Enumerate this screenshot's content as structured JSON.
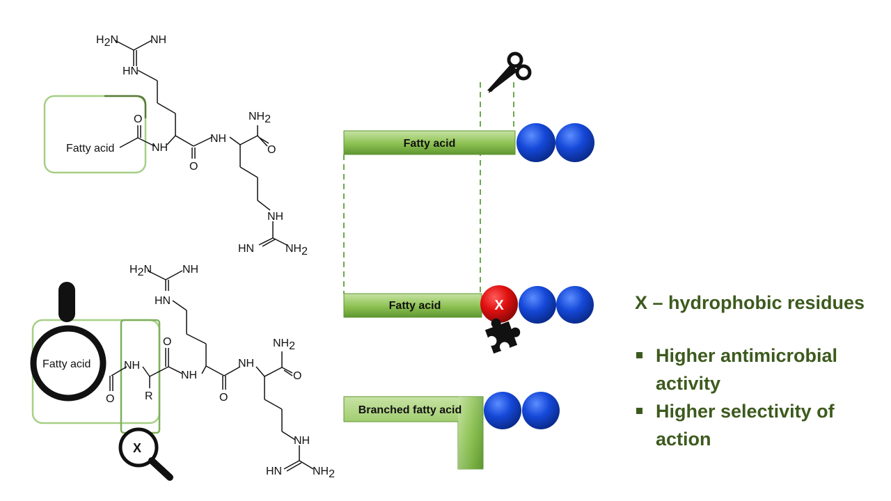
{
  "top_molecule": {
    "fatty_acid_label": "Fatty acid",
    "guanidine_top": {
      "amine1": "H",
      "amine1_sub": "2",
      "amine1_n": "N",
      "imine": "NH",
      "hn": "HN"
    },
    "carbonyl_o": "O",
    "nh_1": "NH",
    "nh_2": "NH",
    "amide": {
      "nh": "NH",
      "nh_sub": "2",
      "o": "O"
    },
    "carbonyl_o2": "O",
    "guanidine_bottom": {
      "nh": "NH",
      "hn": "HN",
      "nh2": "NH",
      "nh2_sub": "2"
    }
  },
  "bottom_molecule": {
    "fatty_acid_label": "Fatty acid",
    "guanidine_top": {
      "amine1": "H",
      "amine1_sub": "2",
      "amine1_n": "N",
      "imine": "NH",
      "hn": "HN"
    },
    "nh_1": "NH",
    "r_group": "R",
    "o_1": "O",
    "o_2": "O",
    "nh_2": "NH",
    "o_3": "O",
    "nh_3": "NH",
    "amide": {
      "nh": "NH",
      "nh_sub": "2",
      "o": "O"
    },
    "guanidine_bottom": {
      "nh": "NH",
      "hn": "HN",
      "nh2": "NH",
      "nh2_sub": "2"
    },
    "x_label": "X"
  },
  "bars": {
    "top_label": "Fatty acid",
    "middle_label": "Fatty acid",
    "middle_residue": "X",
    "bottom_label": "Branched fatty acid"
  },
  "legend": {
    "heading": "X – hydrophobic residues",
    "items": [
      "Higher antimicrobial activity",
      "Higher selectivity of action"
    ]
  },
  "colors": {
    "legend_text": "#3d5a1e",
    "bar_green": "#8cc152",
    "box_green": "#9ccc7a",
    "sphere_blue": "#1040c8",
    "residue_red": "#e01010"
  },
  "icons": [
    "scissors-icon",
    "puzzle-piece-icon",
    "magnifier-icon"
  ]
}
